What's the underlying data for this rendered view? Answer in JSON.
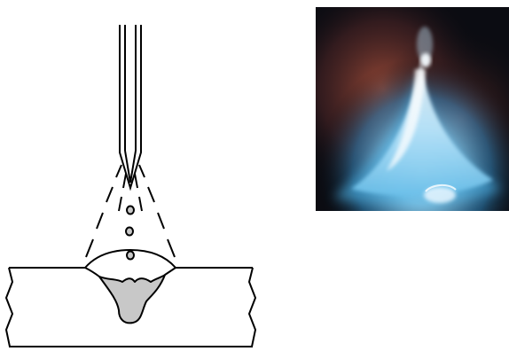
{
  "figure": {
    "diagram": {
      "parts": [
        "electrode",
        "arc-cone",
        "metal-droplets",
        "weld-bead",
        "weld-pool",
        "base-metal"
      ],
      "droplet_count": 3,
      "colors": {
        "stroke": "#000000",
        "weld_pool_fill": "#c8c8c8",
        "background": "#ffffff"
      }
    },
    "photo": {
      "subject": "welding-arc-glow",
      "colors": {
        "background": "#0b0c12",
        "arc_core": "#e8f6ff",
        "arc_glow": "#4fb4e6",
        "warm_glow": "#b0533c"
      }
    }
  }
}
